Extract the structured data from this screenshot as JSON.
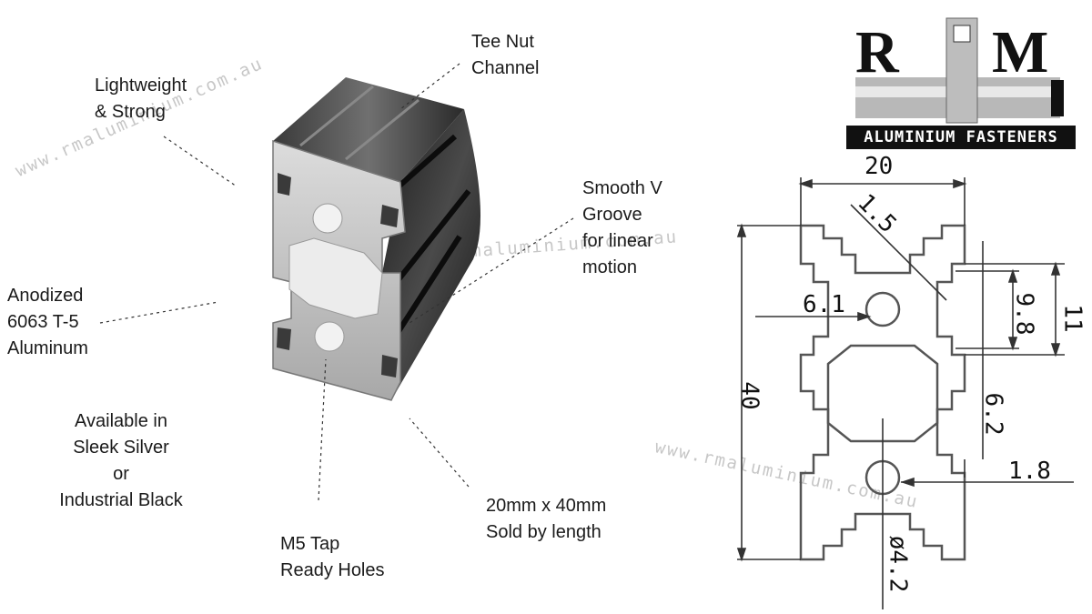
{
  "callouts": {
    "tee_nut": "Tee Nut\nChannel",
    "lightweight": "Lightweight\n& Strong",
    "smooth_v": "Smooth V\nGroove\nfor linear\nmotion",
    "anodized": "Anodized\n6063 T-5\nAluminum",
    "available": "Available in\nSleek Silver\nor\nIndustrial Black",
    "m5": "M5 Tap\nReady Holes",
    "size": "20mm x 40mm\nSold by length"
  },
  "watermark": "www.rmaluminium.com.au",
  "logo": {
    "letter_left": "R",
    "letter_right": "M",
    "banner": "ALUMINIUM FASTENERS"
  },
  "dimensions": {
    "width": "20",
    "height": "40",
    "wall": "1.5",
    "slot_offset": "6.1",
    "slot_width": "9.8",
    "slot_depth": "11",
    "center": "6.2",
    "lip": "1.8",
    "bore": "ø4.2"
  },
  "colors": {
    "profile_dark": "#2a2a2a",
    "profile_light": "#c9c9c9",
    "drawing_line": "#555555"
  }
}
